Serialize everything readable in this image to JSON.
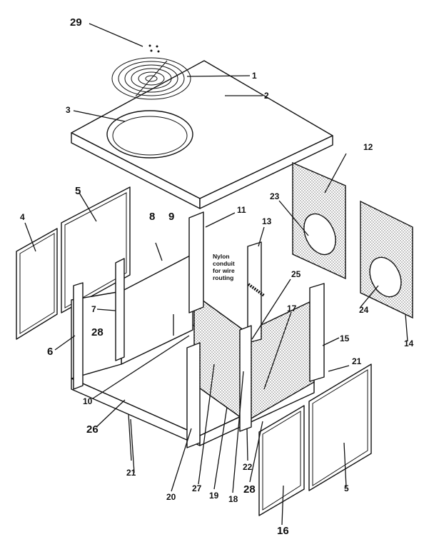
{
  "diagram": {
    "labels": {
      "l1": "1",
      "l2": "2",
      "l3": "3",
      "l4": "4",
      "l5": "5",
      "l6": "6",
      "l7": "7",
      "l8": "8",
      "l9": "9",
      "l10": "10",
      "l11": "11",
      "l12": "12",
      "l13": "13",
      "l14": "14",
      "l15": "15",
      "l16": "16",
      "l17": "17",
      "l18": "18",
      "l19": "19",
      "l20": "20",
      "l21a": "21",
      "l21b": "21",
      "l22": "22",
      "l23": "23",
      "l24": "24",
      "l25": "25",
      "l26": "26",
      "l27": "27",
      "l28a": "28",
      "l28b": "28",
      "l29": "29",
      "l5b": "5"
    },
    "note_lines": [
      "Nylon",
      "conduit",
      "for wire",
      "routing"
    ]
  }
}
